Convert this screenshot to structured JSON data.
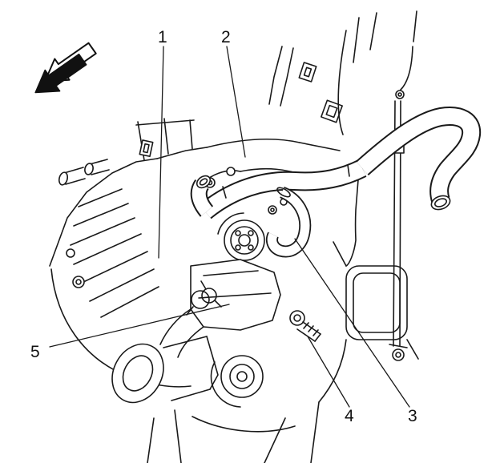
{
  "figure": {
    "kind": "service-manual-line-illustration",
    "background_color": "#ffffff",
    "ink_color": "#1a1a1a",
    "direction_arrow_icon": "front-of-vehicle-arrow",
    "callouts": [
      {
        "label": "1"
      },
      {
        "label": "2"
      },
      {
        "label": "3"
      },
      {
        "label": "4"
      },
      {
        "label": "5"
      }
    ]
  }
}
